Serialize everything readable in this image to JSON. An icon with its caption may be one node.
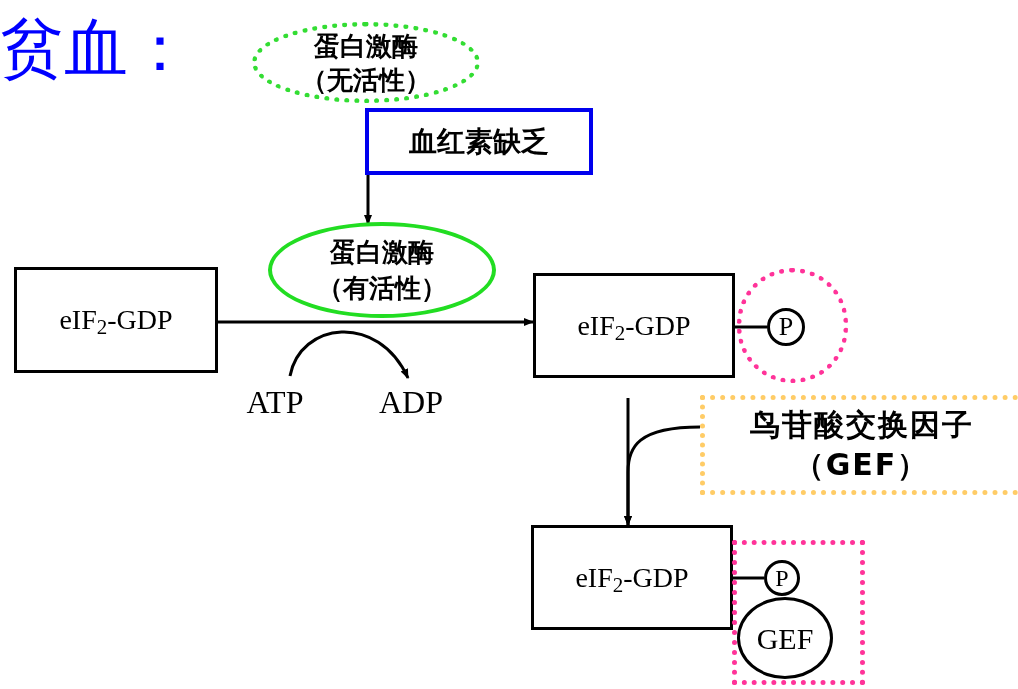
{
  "diagram": {
    "title": "贫血：",
    "nodes": [
      {
        "text": [
          "蛋白激酶",
          "（无活性）"
        ]
      },
      {
        "text": [
          "血红素缺乏"
        ]
      },
      {
        "text": [
          "蛋白激酶",
          "（有活性）"
        ]
      },
      {
        "text": [
          "eIF$_{2}$-GDP"
        ]
      },
      {
        "text": [
          "eIF$_{2}$-GDP"
        ]
      },
      {
        "text": [],
        "shape": "circle"
      },
      {
        "text": [
          "P"
        ],
        "in": 5
      },
      {
        "text": [
          "鸟苷酸交换因子",
          "（GEF）"
        ]
      },
      {
        "text": [
          "eIF$_{2}$-GDP"
        ]
      },
      {
        "text": [],
        "shape": "box"
      },
      {
        "text": [
          "P"
        ],
        "in": 9
      },
      {
        "text": [
          "GEF"
        ],
        "in": 9
      },
      {
        "text": [
          "ATP"
        ]
      },
      {
        "text": [
          "ADP"
        ]
      }
    ],
    "edges": [
      {
        "from": 1,
        "to": 2,
        "arrow": "to"
      },
      {
        "from": 3,
        "to": 4,
        "arrow": "to"
      },
      {
        "from": 12,
        "to": 13,
        "arrow": "to"
      },
      {
        "from": 4,
        "to": 6,
        "arrow": "none"
      },
      {
        "from": 4,
        "to": 8,
        "arrow": "to"
      },
      {
        "from": 7,
        "to": 8,
        "arrow": "to"
      },
      {
        "from": 8,
        "to": 10,
        "arrow": "none"
      }
    ]
  }
}
